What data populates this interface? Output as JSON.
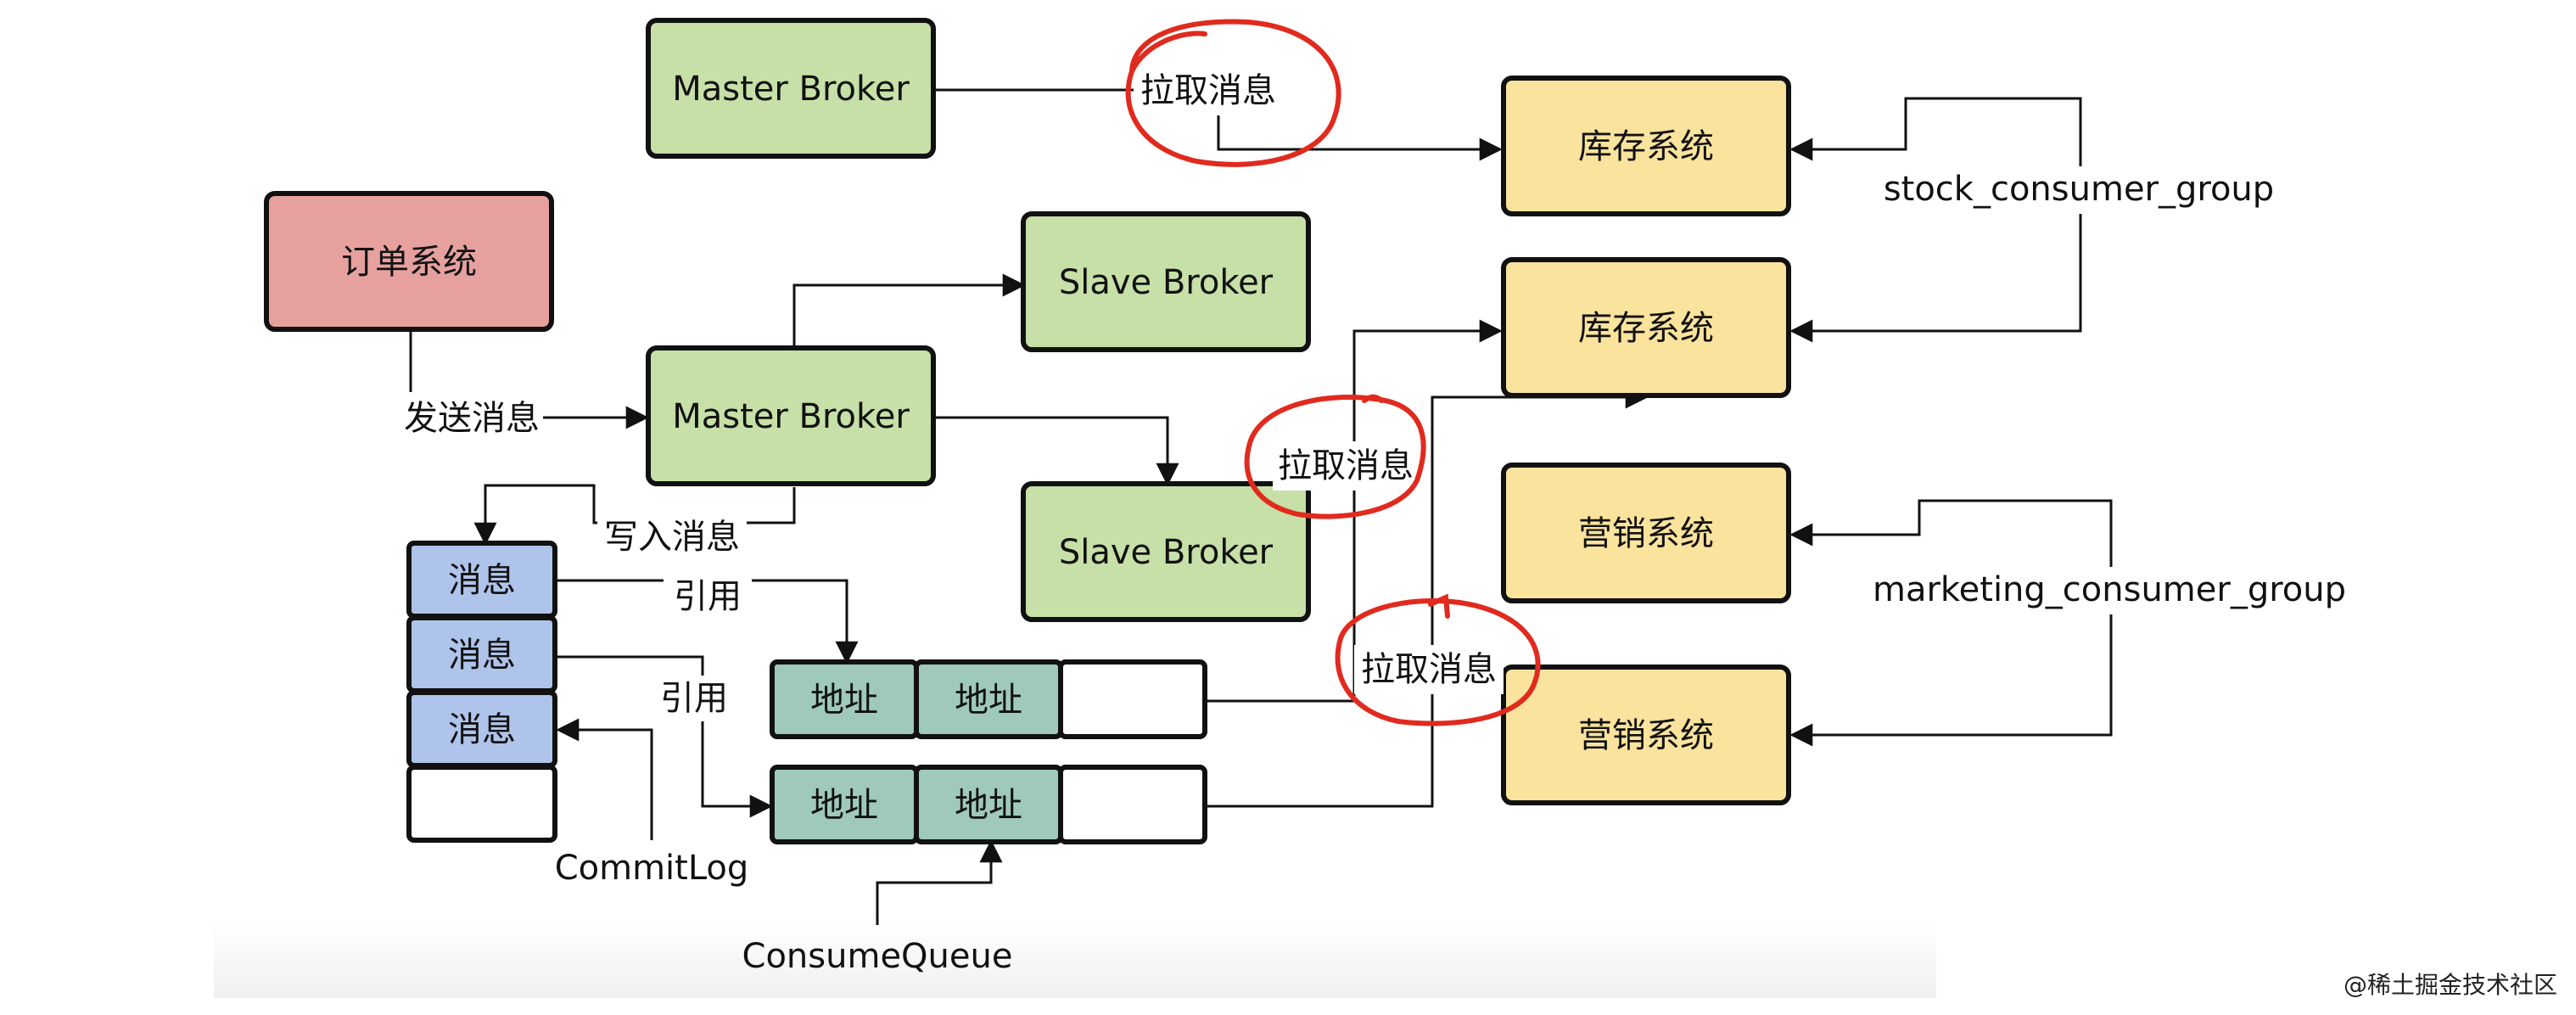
{
  "colors": {
    "order": "#e6a19f",
    "broker": "#c6e0a7",
    "system": "#fae39d",
    "message": "#aec4ea",
    "address": "#9ec9bb",
    "annotation": "#e12a1e"
  },
  "nodes": {
    "order_system": "订单系统",
    "master_broker_top": "Master Broker",
    "master_broker": "Master Broker",
    "slave_broker_1": "Slave Broker",
    "slave_broker_2": "Slave Broker",
    "inventory_1": "库存系统",
    "inventory_2": "库存系统",
    "marketing_1": "营销系统",
    "marketing_2": "营销系统"
  },
  "commitlog": {
    "cells": [
      "消息",
      "消息",
      "消息",
      ""
    ],
    "label": "CommitLog"
  },
  "consume_queue": {
    "row1": [
      "地址",
      "地址",
      ""
    ],
    "row2": [
      "地址",
      "地址",
      ""
    ],
    "label": "ConsumeQueue"
  },
  "edge_labels": {
    "send_message": "发送消息",
    "write_message": "写入消息",
    "reference_1": "引用",
    "reference_2": "引用",
    "pull_message_top": "拉取消息",
    "pull_message_mid": "拉取消息",
    "pull_message_low": "拉取消息"
  },
  "groups": {
    "stock": "stock_consumer_group",
    "marketing": "marketing_consumer_group"
  },
  "watermark": "@稀土掘金技术社区"
}
